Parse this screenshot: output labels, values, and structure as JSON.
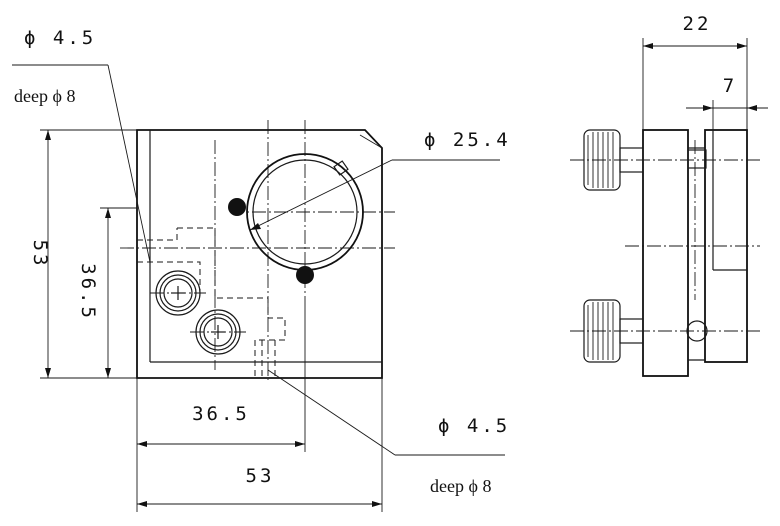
{
  "labels": {
    "hole_top": "ϕ 4.5",
    "deep_top": "deep ϕ 8",
    "bore": "ϕ 25.4",
    "height_outer": "53",
    "height_inner": "36.5",
    "width_inner": "36.5",
    "width_outer": "53",
    "hole_bottom": "ϕ 4.5",
    "deep_bottom": "deep ϕ 8",
    "side_width": "22",
    "side_plate": "7"
  }
}
